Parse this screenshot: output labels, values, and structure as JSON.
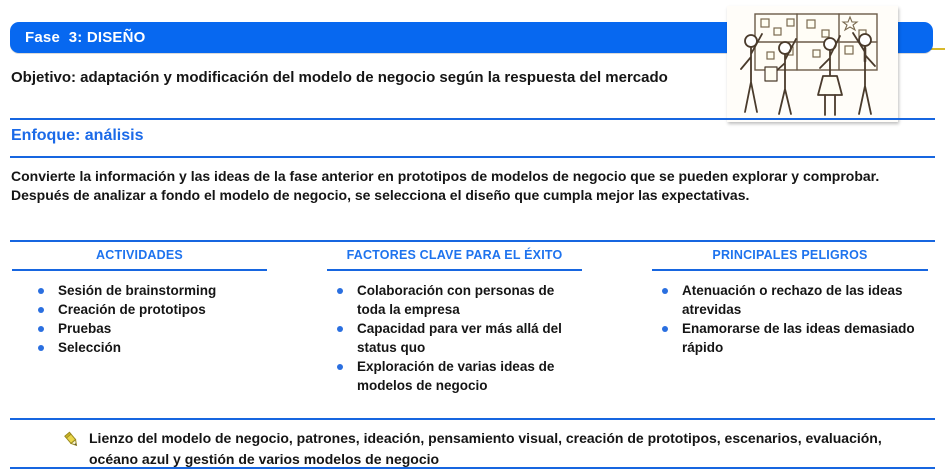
{
  "colors": {
    "bar_blue": "#0768f0",
    "accent_blue": "#1766e0",
    "title_blue": "#1e73ee",
    "yellow_line": "#d8b92b",
    "text_black": "#151515"
  },
  "header": {
    "title": "Fase  3: DISEÑO"
  },
  "objective": {
    "text": "Objetivo: adaptación y modificación del modelo de negocio según la respuesta del mercado"
  },
  "focus": {
    "label": "Enfoque: análisis"
  },
  "description": {
    "text": "Convierte la información y las ideas de la fase anterior en prototipos de modelos de negocio que se pueden explorar y comprobar. Después de analizar a fondo el modelo de negocio, se selecciona el diseño que cumpla mejor las expectativas."
  },
  "columns": [
    {
      "title": "ACTIVIDADES",
      "items": [
        "Sesión de brainstorming",
        "Creación de prototipos",
        "Pruebas",
        "Selección"
      ]
    },
    {
      "title": "FACTORES CLAVE PARA EL ÉXITO",
      "items": [
        "Colaboración con personas de toda la empresa",
        "Capacidad para ver más allá del status quo",
        "Exploración de varias ideas de modelos de negocio"
      ]
    },
    {
      "title": "PRINCIPALES PELIGROS",
      "items": [
        "Atenuación o rechazo de las ideas atrevidas",
        "Enamorarse de las ideas demasiado rápido"
      ]
    }
  ],
  "footer": {
    "text": "Lienzo del modelo de negocio, patrones, ideación, pensamiento visual, creación de prototipos, escenarios, evaluación, océano azul y gestión de varios modelos de negocio"
  },
  "illustration": {
    "description": "sketch of four people placing sticky notes on a whiteboard"
  }
}
